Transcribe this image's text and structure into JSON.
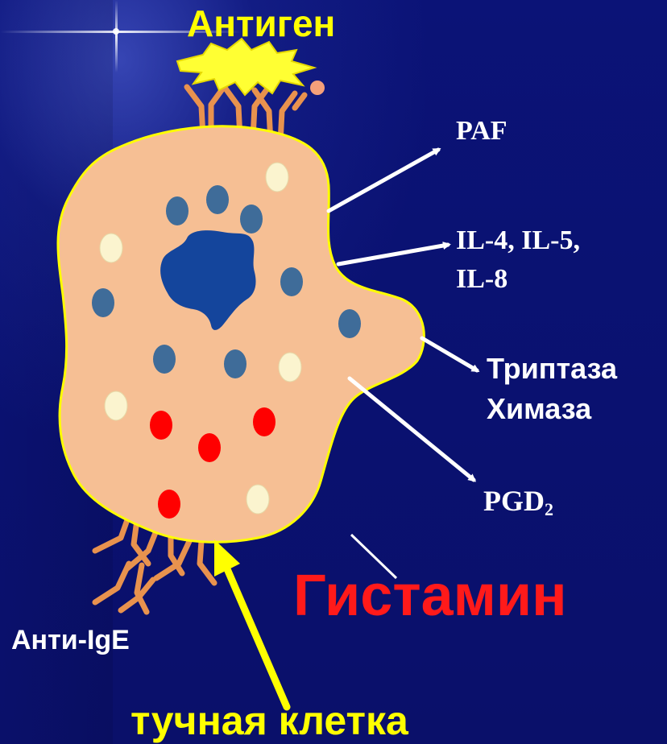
{
  "labels": {
    "antigen": "Антиген",
    "paf": "PAF",
    "il_line1": "IL-4, IL-5,",
    "il_line2": "IL-8",
    "tryptase": "Триптаза",
    "chymase": "Химаза",
    "pgd_base": "PGD",
    "pgd_sub": "2",
    "histamine": "Гистамин",
    "anti_ige": "Анти-IgE",
    "mast_cell": "тучная клетка"
  },
  "colors": {
    "background": "#0a1170",
    "cell_fill": "#f6bf94",
    "cell_outline": "#ffff00",
    "nucleus": "#14459c",
    "blue_granule": "#3f6c99",
    "cream_granule": "#fbf4cf",
    "red_granule": "#ff0000",
    "receptor": "#e8924e",
    "antigen_burst": "#ffff33",
    "arrow_white": "#ffffff",
    "arrow_yellow": "#ffff00",
    "histamine_text": "#ff1a1a"
  }
}
